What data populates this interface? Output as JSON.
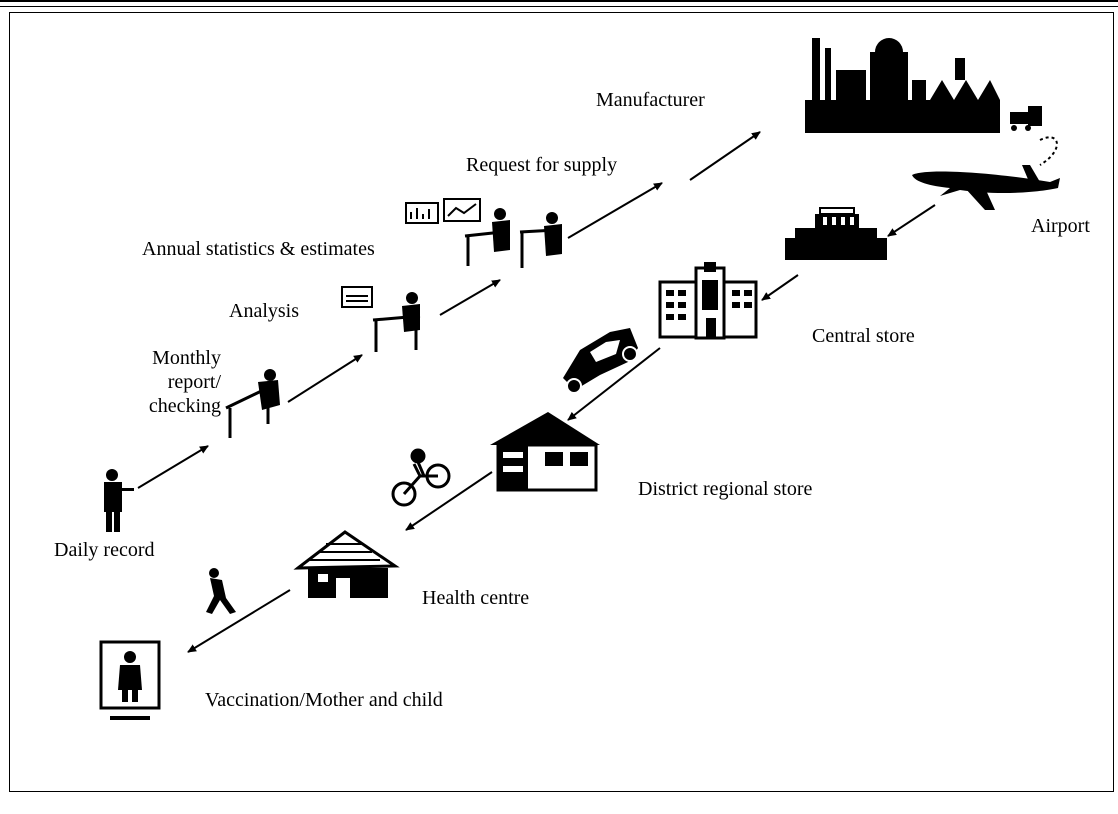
{
  "labels": {
    "manufacturer": "Manufacturer",
    "request_for_supply": "Request for supply",
    "annual_statistics": "Annual statistics & estimates",
    "analysis": "Analysis",
    "monthly_line1": "Monthly",
    "monthly_line2": "report/",
    "monthly_line3": "checking",
    "daily_record": "Daily record",
    "airport": "Airport",
    "central_store": "Central store",
    "district_regional_store": "District regional store",
    "health_centre": "Health centre",
    "vaccination": "Vaccination/Mother and child"
  },
  "icons": [
    "factory-icon",
    "forklift-icon",
    "airplane-icon",
    "central-store-building-icon",
    "office-building-icon",
    "car-icon",
    "district-store-house-icon",
    "bicycle-icon",
    "health-centre-hut-icon",
    "walking-person-icon",
    "vaccination-card-icon",
    "person-with-clipboard-icon",
    "desk-worker-icon",
    "chart-icon"
  ],
  "colors": {
    "ink": "#000000",
    "background": "#ffffff"
  }
}
